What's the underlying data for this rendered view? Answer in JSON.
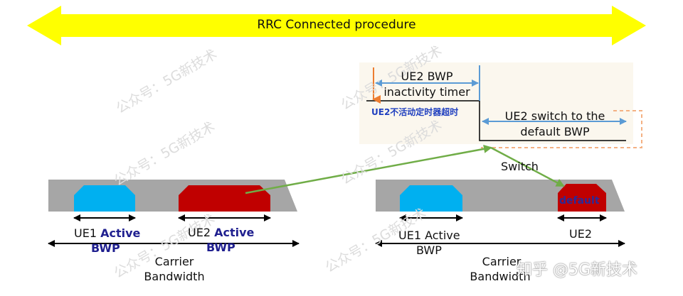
{
  "banner": {
    "title": "RRC Connected procedure",
    "color": "#ffff00"
  },
  "timer_box": {
    "line1": "UE2 BWP",
    "line2": "inactivity timer",
    "chinese_label": "UE2不活动定时器超时",
    "switch_line1": "UE2 switch to the",
    "switch_line2": "default  BWP"
  },
  "switch_label": "Switch",
  "left_carrier": {
    "ue1_prefix": "UE1 ",
    "ue1_bold": "Active",
    "ue1_bwp": "BWP",
    "ue2_prefix": "UE2 ",
    "ue2_bold": "Active",
    "ue2_bwp": "BWP",
    "carrier_line1": "Carrier",
    "carrier_line2": "Bandwidth"
  },
  "right_carrier": {
    "ue1_line1": "UE1 Active",
    "ue1_line2": "BWP",
    "default_label": "default",
    "ue2_label": "UE2",
    "carrier_line1": "Carrier",
    "carrier_line2": "Bandwidth"
  },
  "watermark": {
    "text": "公众号：5G新技术",
    "signature": "知乎 @5G新技术"
  },
  "colors": {
    "carrier_gray": "#a6a6a6",
    "ue1_cyan": "#00b0f0",
    "ue2_red": "#c00000",
    "arrow_blue": "#5b9bd5",
    "arrow_green": "#70ad47",
    "arrow_orange": "#ed7d31",
    "dashed_orange": "#f4b183"
  }
}
